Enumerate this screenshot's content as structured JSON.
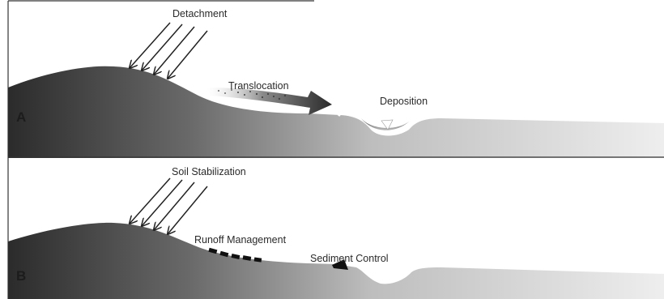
{
  "panels": [
    {
      "letter": "A",
      "labels": {
        "detachment": "Detachment",
        "translocation": "Translocation",
        "deposition": "Deposition"
      }
    },
    {
      "letter": "B",
      "labels": {
        "soil_stabilization": "Soil Stabilization",
        "runoff_management": "Runoff Management",
        "sediment_control": "Sediment Control"
      }
    }
  ],
  "colors": {
    "ground_dark": "#2b2b2b",
    "ground_light": "#f2f2f2",
    "panel_background": "#ffffff",
    "divider": "#333333",
    "arrow": "#222222"
  }
}
